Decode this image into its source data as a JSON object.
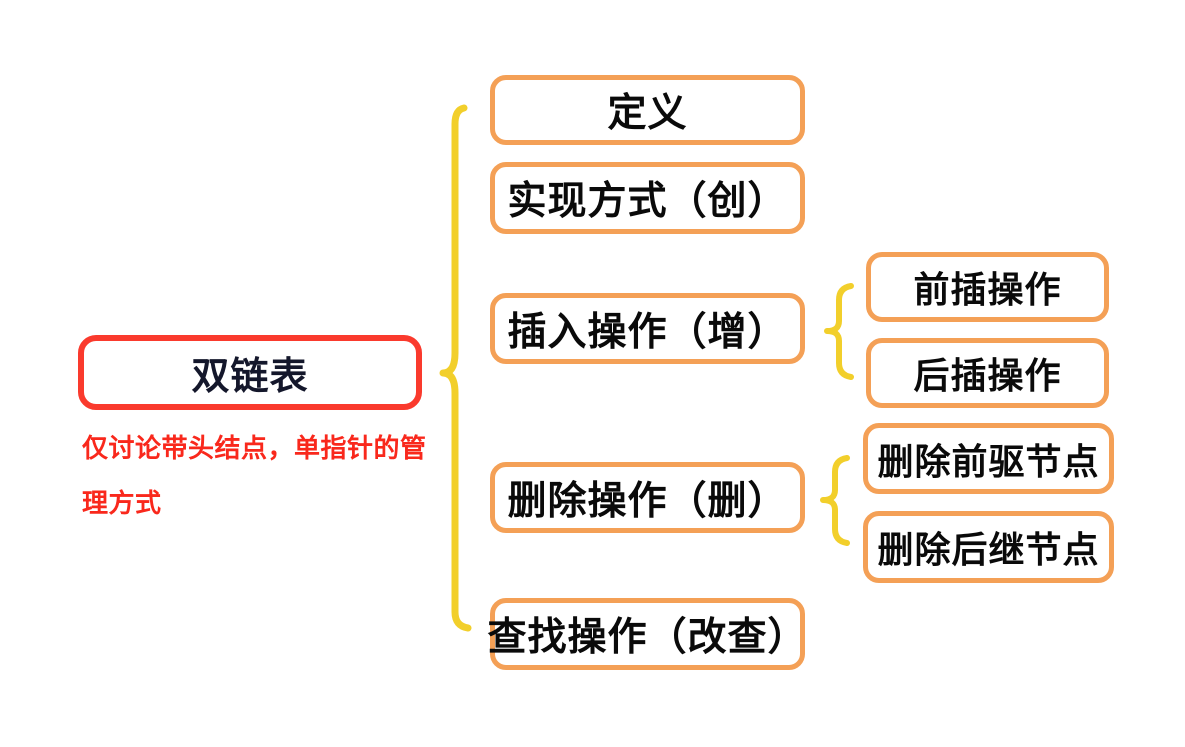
{
  "colors": {
    "root_border": "#FA3A2D",
    "branch_border": "#F4A056",
    "brace": "#F2CF2B",
    "root_text": "#14172B",
    "node_text": "#0A0A0A",
    "note_text": "#F9281C",
    "background": "#FFFFFF"
  },
  "root": {
    "label": "双链表"
  },
  "note": {
    "text": "仅讨论带头结点，单指针的管理方式",
    "lines": [
      "仅讨论带头结点，单指针的管",
      "理方式"
    ]
  },
  "branches": [
    {
      "label": "定义",
      "children": []
    },
    {
      "label": "实现方式（创）",
      "children": []
    },
    {
      "label": "插入操作（增）",
      "children": [
        {
          "label": "前插操作"
        },
        {
          "label": "后插操作"
        }
      ]
    },
    {
      "label": "删除操作（删）",
      "children": [
        {
          "label": "删除前驱节点"
        },
        {
          "label": "删除后继节点"
        }
      ]
    },
    {
      "label": "查找操作（改查）",
      "children": []
    }
  ]
}
